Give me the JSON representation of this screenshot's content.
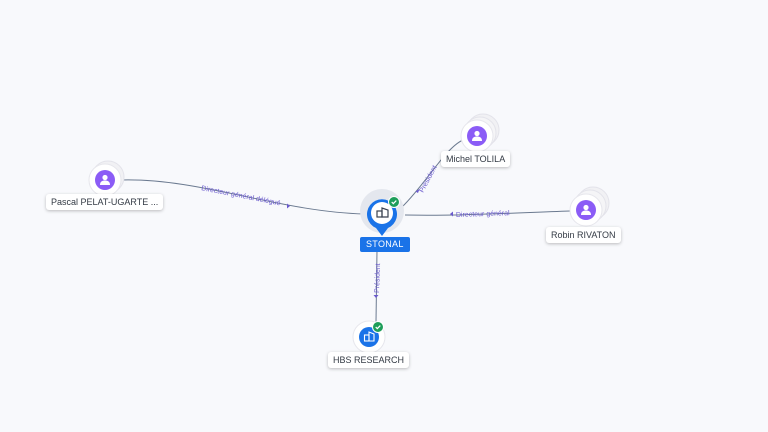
{
  "nodes": {
    "center": {
      "label": "STONAL",
      "verified": true,
      "type": "company"
    },
    "pascal": {
      "label": "Pascal PELAT-UGARTE ...",
      "type": "person"
    },
    "michel": {
      "label": "Michel TOLILA",
      "type": "person"
    },
    "robin": {
      "label": "Robin RIVATON",
      "type": "person"
    },
    "hbs": {
      "label": "HBS RESEARCH",
      "verified": true,
      "type": "company"
    }
  },
  "edges": {
    "pascal_center": {
      "label": "Directeur général délégué"
    },
    "michel_center": {
      "label": "Président"
    },
    "robin_center": {
      "label": "Directeur général"
    },
    "hbs_center": {
      "label": "Président"
    }
  },
  "colors": {
    "person": "#8b5cf6",
    "company": "#1a73e8",
    "verified": "#1e9e5a",
    "edge": "#6b7a90",
    "edge_label": "#6a5acd"
  },
  "icons": {
    "person": "user-icon",
    "company": "building-icon",
    "verified": "check-icon"
  }
}
